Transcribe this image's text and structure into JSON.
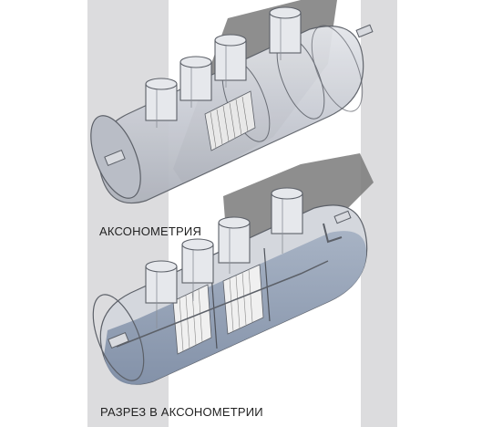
{
  "labels": {
    "axonometry": "АКСОНОМЕТРИЯ",
    "section": "РАЗРЕЗ В АКСОНОМЕТРИИ"
  },
  "colors": {
    "background": "#ffffff",
    "stripe": "#dcdcde",
    "shadow": "#707070",
    "tank_glass": "#c9ccd4",
    "tank_outline": "#5c6068",
    "water": "#8e9db3"
  },
  "icons": [
    "axonometric-tank-illustration",
    "sectional-tank-illustration"
  ]
}
